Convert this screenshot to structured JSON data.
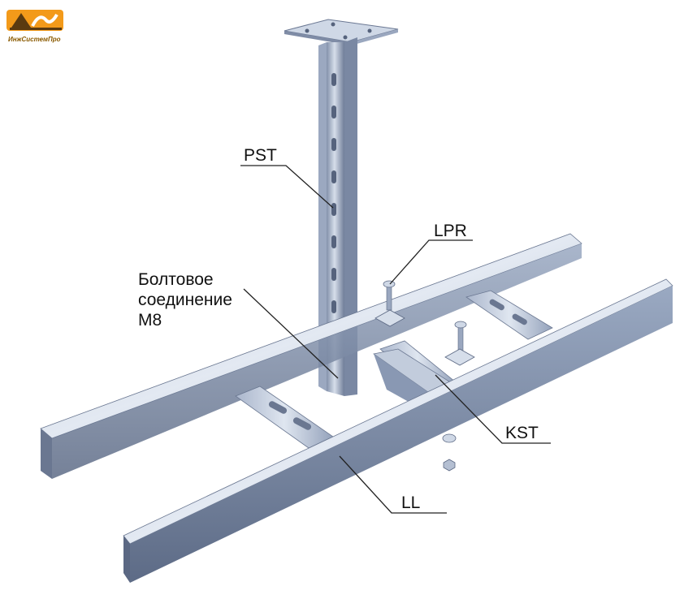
{
  "brand": {
    "name": "ИнжСистемПро",
    "logo_colors": {
      "orange": "#f39a1a",
      "dark": "#5a3a10"
    }
  },
  "labels": {
    "pst": "PST",
    "lpr": "LPR",
    "bolt_line1": "Болтовое",
    "bolt_line2": "соединение",
    "bolt_line3": "M8",
    "kst": "KST",
    "ll": "LL"
  },
  "colors": {
    "steel_light": "#c9d3e3",
    "steel_mid": "#8f9fba",
    "steel_dark": "#55627c",
    "leader": "#222222"
  }
}
